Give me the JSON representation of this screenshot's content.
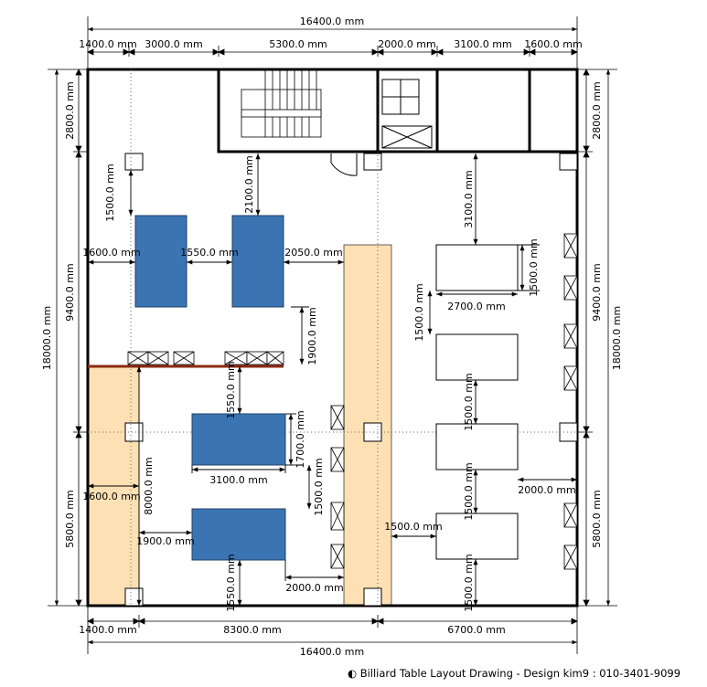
{
  "footer": {
    "icon": "half-circle-icon",
    "text": "Billiard Table Layout Drawing - Design kim9 : 010-3401-9099"
  },
  "colors": {
    "table_blue": "#3b74b2",
    "wood": "#fde0b4",
    "line": "#000000",
    "wall": "#000000",
    "red_rail": "#8b2a12"
  },
  "dimensions": {
    "top_overall": "16400.0 mm",
    "top_segments": [
      "1400.0 mm",
      "3000.0 mm",
      "5300.0 mm",
      "2000.0 mm",
      "3100.0 mm",
      "1600.0 mm"
    ],
    "left_overall": "18000.0 mm",
    "left_segments": [
      "2800.0 mm",
      "9400.0 mm",
      "5800.0 mm"
    ],
    "right_overall": "18000.0 mm",
    "right_segments": [
      "2800.0 mm",
      "9400.0 mm",
      "5800.0 mm"
    ],
    "bottom_segments": [
      "1400.0 mm",
      "8300.0 mm",
      "6700.0 mm"
    ],
    "bottom_overall": "16400.0 mm",
    "interior": {
      "d1500a": "1500.0 mm",
      "d2100": "2100.0 mm",
      "d1600a": "1600.0 mm",
      "d1550a": "1550.0 mm",
      "d2050": "2050.0 mm",
      "d1900a": "1900.0 mm",
      "d3100a": "3100.0 mm",
      "d1500b": "1500.0 mm",
      "d2700": "2700.0 mm",
      "d1500c": "1500.0 mm",
      "d1550b": "1550.0 mm",
      "d1700": "1700.0 mm",
      "d3100b": "3100.0 mm",
      "d1500d": "1500.0 mm",
      "d1600b": "1600.0 mm",
      "d8000": "8000.0 mm",
      "d1500e": "1500.0 mm",
      "d1900b": "1900.0 mm",
      "d1500f": "1500.0 mm",
      "d2000a": "2000.0 mm",
      "d1550c": "1550.0 mm",
      "d2000b": "2000.0 mm",
      "d1500g": "1500.0 mm",
      "d1500h": "1500.0 mm"
    }
  }
}
